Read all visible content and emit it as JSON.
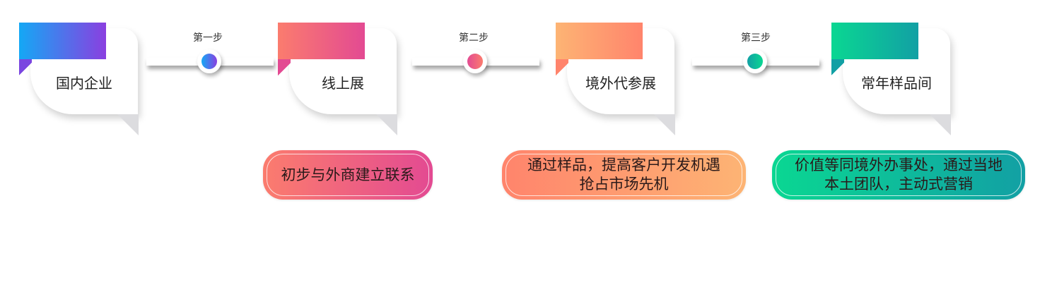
{
  "cards": [
    {
      "label": "国内企业",
      "gradient": [
        "#14a8f5",
        "#8a3fe0"
      ],
      "fold_color": "#7a46e0"
    },
    {
      "label": "线上展",
      "gradient": [
        "#fb7c6e",
        "#e34a92"
      ],
      "fold_color": "#e34a92"
    },
    {
      "label": "境外代参展",
      "gradient": [
        "#fdb474",
        "#ff846c"
      ],
      "fold_color": "#ff846c"
    },
    {
      "label": "常年样品间",
      "gradient": [
        "#0ad792",
        "#12a0a4"
      ],
      "fold_color": "#12a0a4"
    }
  ],
  "steps": [
    {
      "label": "第一步",
      "dot_gradient": [
        "#14a8f5",
        "#8a3fe0"
      ]
    },
    {
      "label": "第二步",
      "dot_gradient": [
        "#e34a92",
        "#fb7c6e"
      ]
    },
    {
      "label": "第三步",
      "dot_gradient": [
        "#12a0a4",
        "#0ad792"
      ]
    }
  ],
  "descriptions": [
    {
      "text": "初步与外商建立联系",
      "gradient": [
        "#fb7c6e",
        "#e34a92"
      ]
    },
    {
      "text_line1": "通过样品，提高客户开发机遇",
      "text_line2": "抢占市场先机",
      "gradient": [
        "#ff846c",
        "#fdb474"
      ]
    },
    {
      "text_line1": "价值等同境外办事处，通过当地",
      "text_line2": "本土团队，主动式营销",
      "gradient": [
        "#0ad792",
        "#12a0a4"
      ]
    }
  ]
}
